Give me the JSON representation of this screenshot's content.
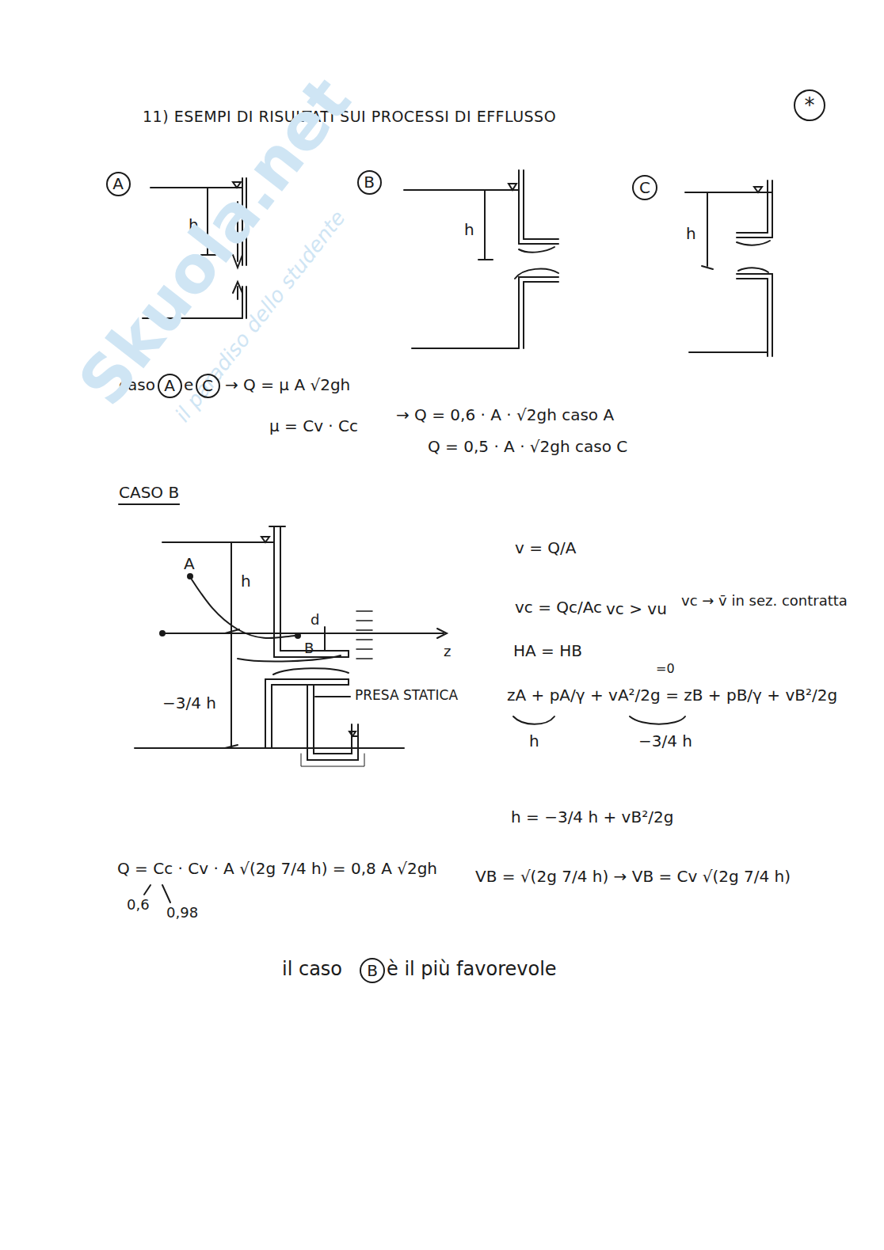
{
  "diagram": {
    "title": "11) ESEMPI DI RISULTATI SUI PROCESSI DI EFFLUSSO",
    "nodes": [
      {
        "text": [
          "*"
        ]
      },
      {
        "text": [
          "A"
        ]
      },
      {
        "text": [
          "B"
        ]
      },
      {
        "text": [
          "C"
        ]
      },
      {
        "text": [
          "A"
        ]
      },
      {
        "text": [
          "C"
        ]
      },
      {
        "text": [
          "B"
        ]
      }
    ],
    "labels": [
      "h",
      "h",
      "h",
      "caso",
      "e",
      "→ Q = μ A √2gh",
      "μ = Cv · Cc",
      "→ Q = 0,6 · A · √2gh   caso A",
      "Q = 0,5 · A · √2gh   caso C",
      "CASO B",
      "h",
      "A",
      "d",
      "B",
      "z",
      "−3/4 h",
      "PRESA STATICA",
      "v = Q/A",
      "vc = Qc/Ac",
      "vc > vu",
      "vc → v̄ in sez. contratta",
      "HA = HB",
      "=0",
      "zA + pA/γ + vA²/2g = zB + pB/γ + vB²/2g",
      "h",
      "−3/4 h",
      "h = −3/4 h + vB²/2g",
      "VB = √(2g 7/4 h)   →   VB = Cv √(2g 7/4 h)",
      "Q = Cc · Cv · A √(2g 7/4 h) = 0,8 A √2gh",
      "0,6",
      "0,98",
      "il caso",
      "è il più favorevole",
      "Skuola.net",
      "il paradiso dello studente"
    ]
  }
}
